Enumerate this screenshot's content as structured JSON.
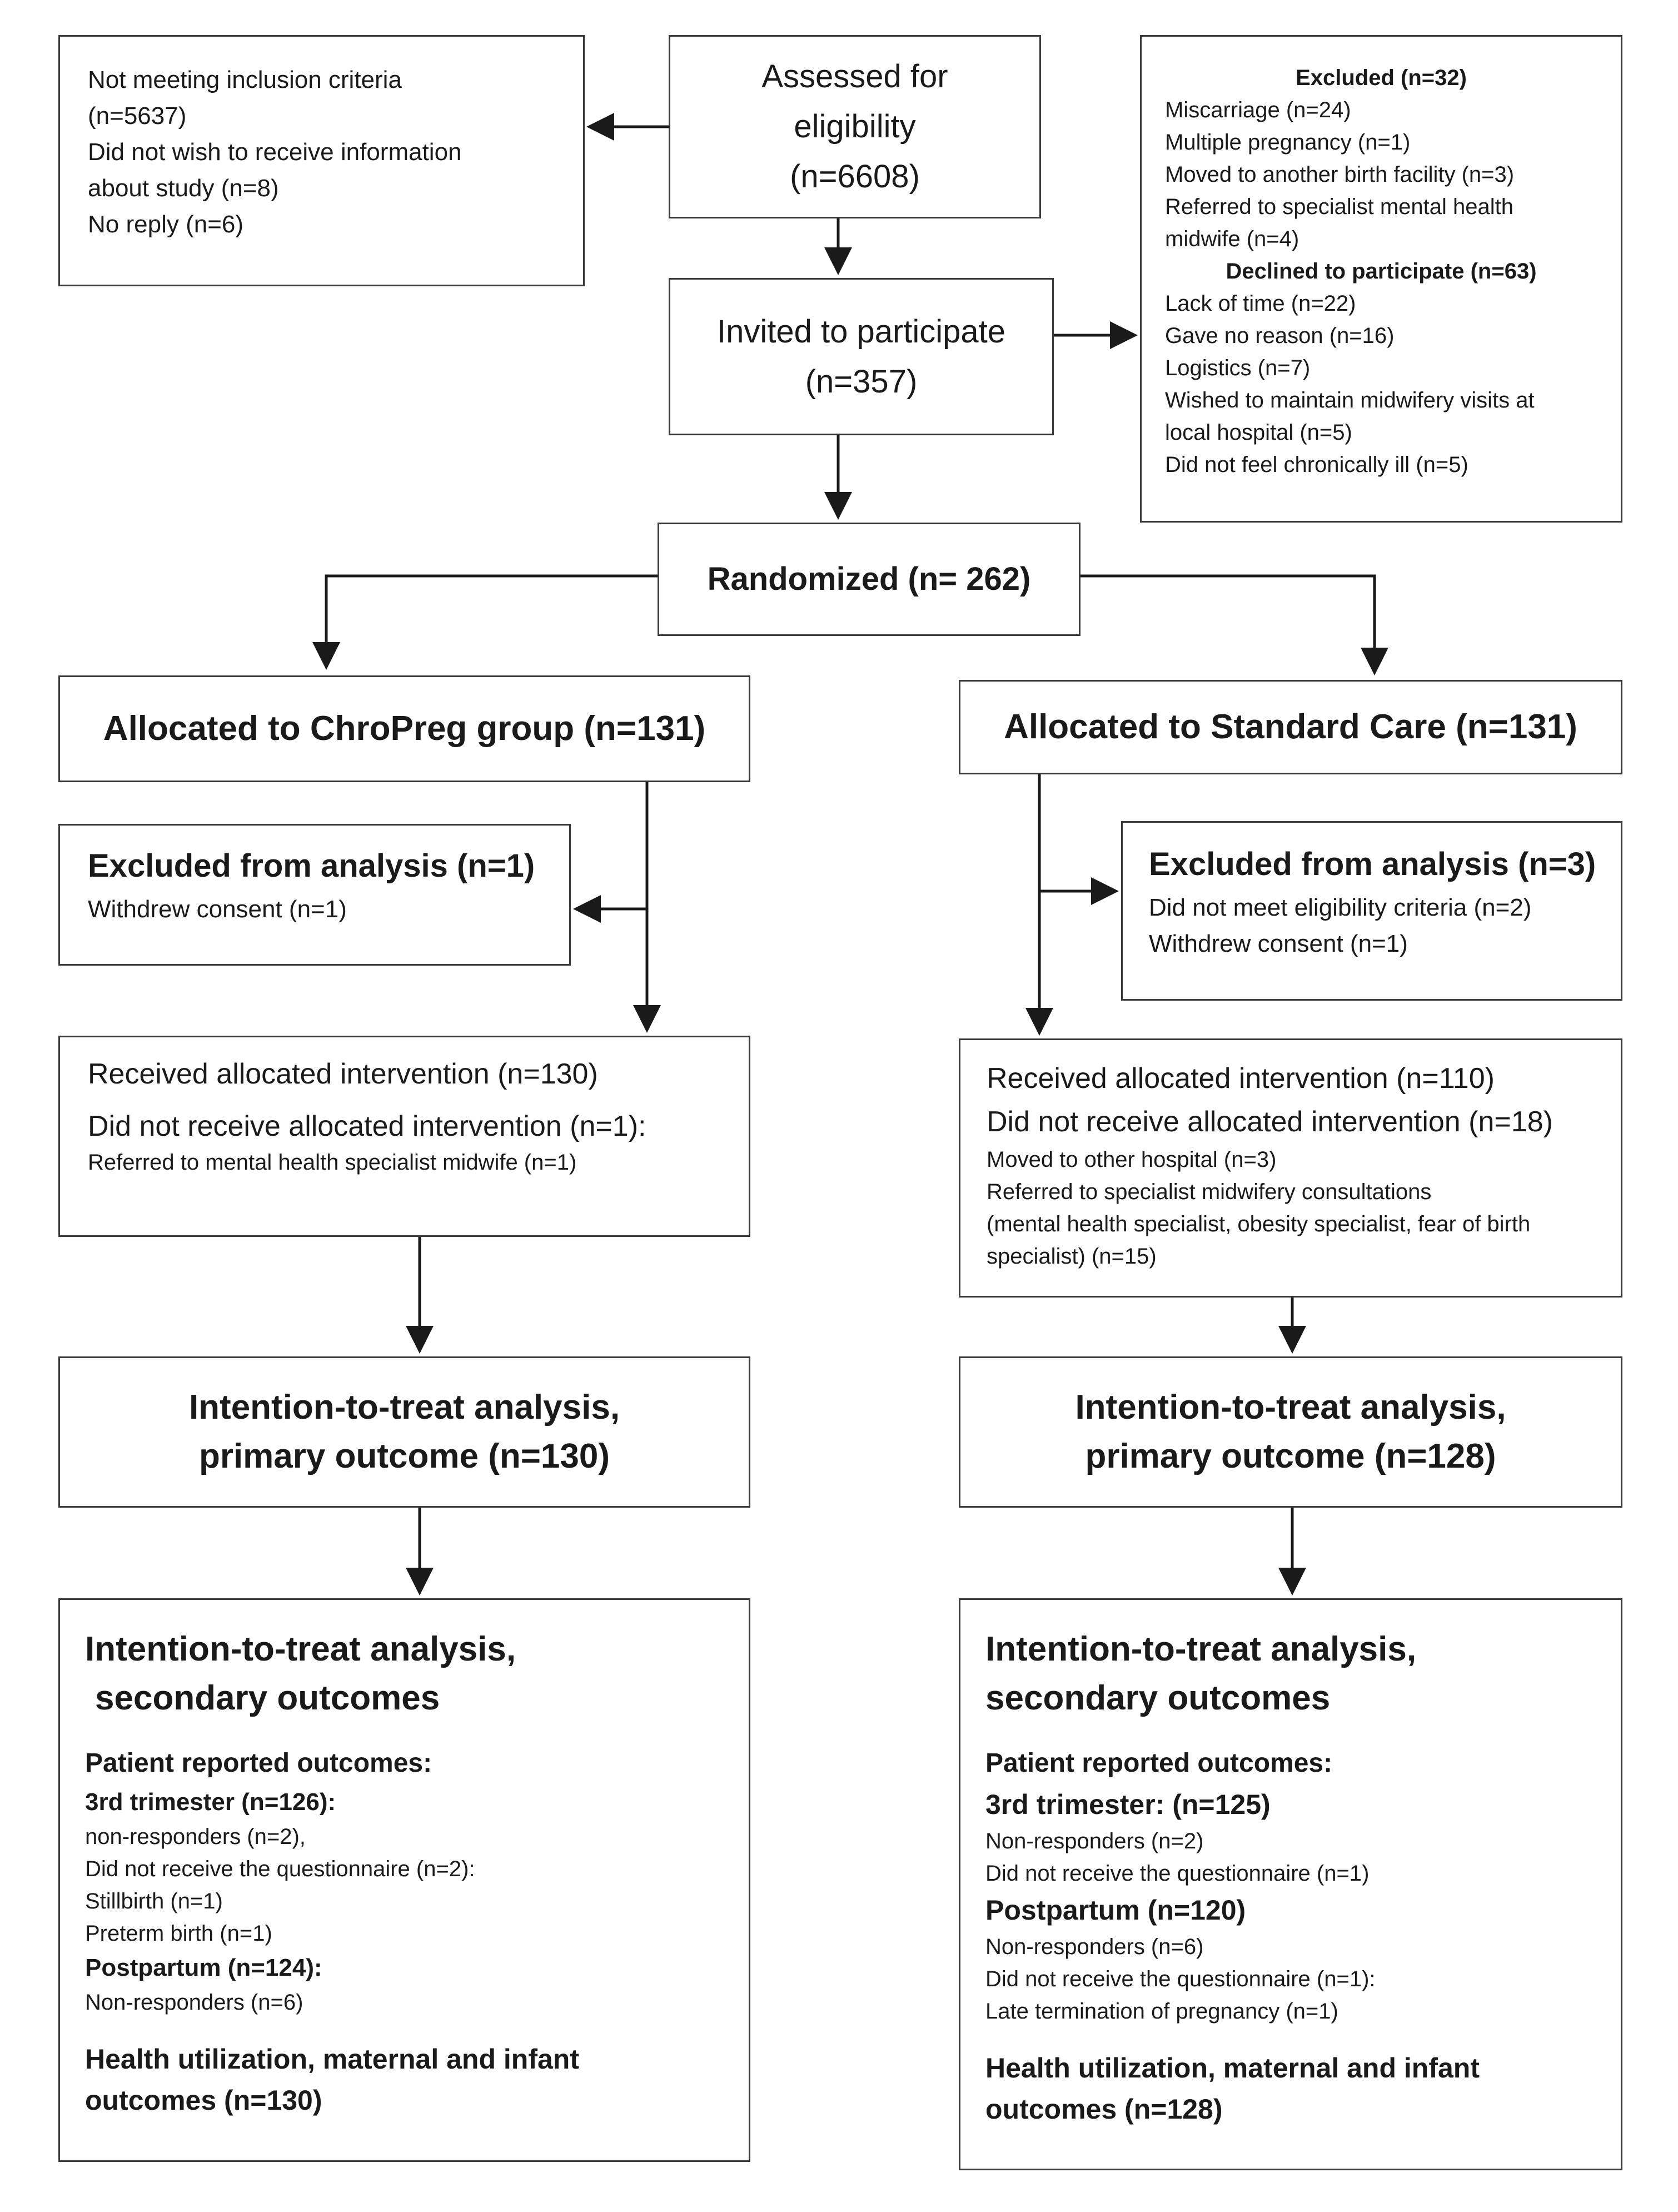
{
  "assessed": [
    "Assessed for",
    "eligibility",
    "(n=6608)"
  ],
  "not_meeting": [
    "Not meeting inclusion criteria",
    "(n=5637)",
    "Did not wish to receive information",
    "about study (n=8)",
    "No reply (n=6)"
  ],
  "excluded_top": {
    "heading": "Excluded (n=32)",
    "items": [
      "Miscarriage (n=24)",
      "Multiple pregnancy (n=1)",
      "Moved to another birth facility (n=3)",
      "Referred to specialist mental health",
      "midwife (n=4)"
    ],
    "declined_heading": "Declined to participate (n=63)",
    "declined_items": [
      "Lack of time (n=22)",
      "Gave no reason (n=16)",
      "Logistics (n=7)",
      "Wished to maintain midwifery visits at",
      "local hospital (n=5)",
      "Did not feel chronically ill (n=5)"
    ]
  },
  "invited": [
    "Invited to participate",
    "(n=357)"
  ],
  "randomized": "Randomized (n= 262)",
  "left": {
    "allocated": "Allocated to ChroPreg group (n=131)",
    "excluded_title": "Excluded from analysis (n=1)",
    "excluded_items": [
      "Withdrew consent (n=1)"
    ],
    "received": "Received allocated intervention (n=130)",
    "not_received": "Did not receive allocated intervention (n=1):",
    "not_received_items": [
      "Referred to mental health specialist midwife (n=1)"
    ],
    "itt_primary": [
      "Intention-to-treat analysis,",
      "primary outcome (n=130)"
    ],
    "itt_secondary": [
      "Intention-to-treat analysis,",
      "secondary outcomes"
    ],
    "pro_heading": "Patient reported outcomes:",
    "third_heading": "3rd trimester (n=126):",
    "third_items": [
      "non-responders (n=2),",
      "Did not receive the questionnaire (n=2):",
      "Stillbirth (n=1)",
      "Preterm birth (n=1)"
    ],
    "post_heading": "Postpartum (n=124):",
    "post_items": [
      "Non-responders (n=6)"
    ],
    "health": [
      "Health utilization, maternal and infant",
      "outcomes (n=130)"
    ]
  },
  "right": {
    "allocated": "Allocated to Standard Care (n=131)",
    "excluded_title": "Excluded from analysis (n=3)",
    "excluded_items": [
      "Did not meet eligibility criteria (n=2)",
      "Withdrew consent (n=1)"
    ],
    "received": "Received allocated intervention (n=110)",
    "not_received": "Did not receive allocated intervention (n=18)",
    "not_received_items": [
      "Moved to other hospital (n=3)",
      "Referred to specialist midwifery consultations",
      "(mental health specialist, obesity specialist, fear of birth",
      "specialist) (n=15)"
    ],
    "itt_primary": [
      "Intention-to-treat analysis,",
      "primary outcome (n=128)"
    ],
    "itt_secondary": [
      "Intention-to-treat analysis,",
      "secondary outcomes"
    ],
    "pro_heading": "Patient reported outcomes:",
    "third_heading": "3rd trimester: (n=125)",
    "third_items": [
      "Non-responders (n=2)",
      "Did not receive the questionnaire (n=1)"
    ],
    "post_heading": "Postpartum (n=120)",
    "post_items": [
      "Non-responders (n=6)",
      "Did not receive the questionnaire (n=1):",
      "Late termination of pregnancy (n=1)"
    ],
    "health": [
      "Health utilization, maternal and infant",
      "outcomes (n=128)"
    ]
  }
}
